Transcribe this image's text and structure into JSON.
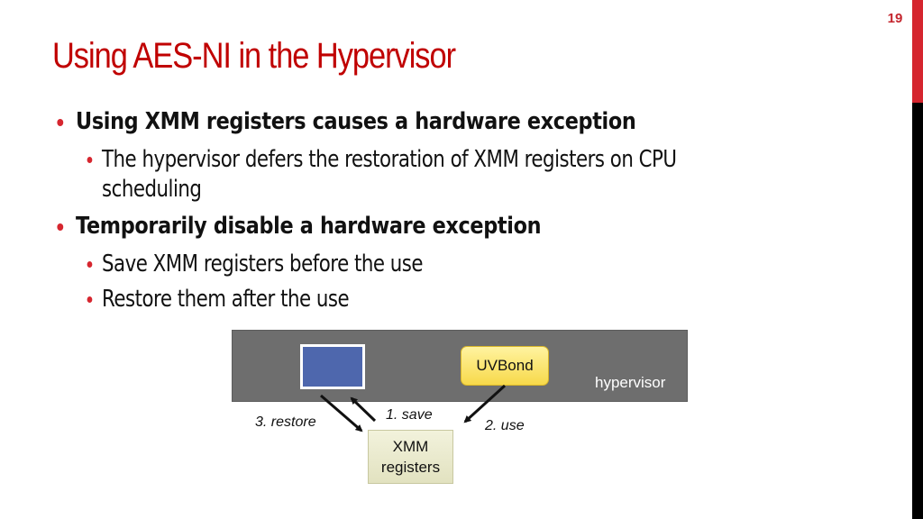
{
  "slide": {
    "number": "19",
    "title": "Using AES-NI in the Hypervisor",
    "accent_color": "#c00000",
    "bullets": [
      {
        "level": 1,
        "text": "Using XMM registers causes a hardware exception",
        "children": [
          {
            "level": 2,
            "text_line1": "The hypervisor defers the restoration of XMM registers on CPU",
            "text_line2": "scheduling"
          }
        ]
      },
      {
        "level": 1,
        "text": "Temporarily disable a hardware exception",
        "children": [
          {
            "level": 2,
            "text": "Save XMM registers before the use"
          },
          {
            "level": 2,
            "text": "Restore them after the use"
          }
        ]
      }
    ]
  },
  "diagram": {
    "hypervisor_label": "hypervisor",
    "uvbond_label": "UVBond",
    "xmm_label_line1": "XMM",
    "xmm_label_line2": "registers",
    "step_save": "1. save",
    "step_use": "2. use",
    "step_restore": "3. restore",
    "colors": {
      "hypervisor_band": "#6e6e6e",
      "save_area_box": "#4e67ad",
      "uvbond_box": "#f7d94a",
      "xmm_box": "#e8e8c8"
    }
  }
}
